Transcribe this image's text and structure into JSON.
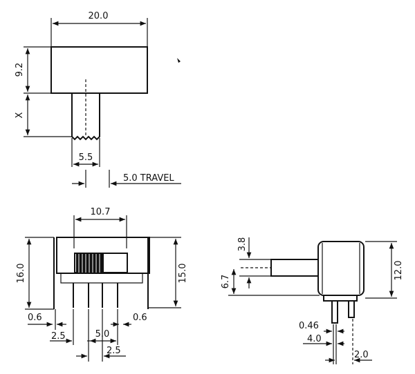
{
  "top_view": {
    "width_label": "20.0",
    "height_label": "9.2",
    "actuator_length_label": "X",
    "actuator_width_label": "5.5",
    "travel_label": "5.0 TRAVEL"
  },
  "front_view": {
    "top_width_label": "10.7",
    "left_height_label": "16.0",
    "right_height_label": "15.0",
    "left_gap_label": "0.6",
    "right_gap_label": "0.6",
    "pitch_outer_label": "2.5",
    "pitch_center_label": "5.0",
    "pitch_bottom_label": "2.5"
  },
  "side_view": {
    "actuator_height_label": "3.8",
    "actuator_offset_label": "6.7",
    "body_height_label": "12.0",
    "pin_width_label": "0.46",
    "pin_spacing_label": "4.0",
    "pin_offset_label": "2.0"
  }
}
